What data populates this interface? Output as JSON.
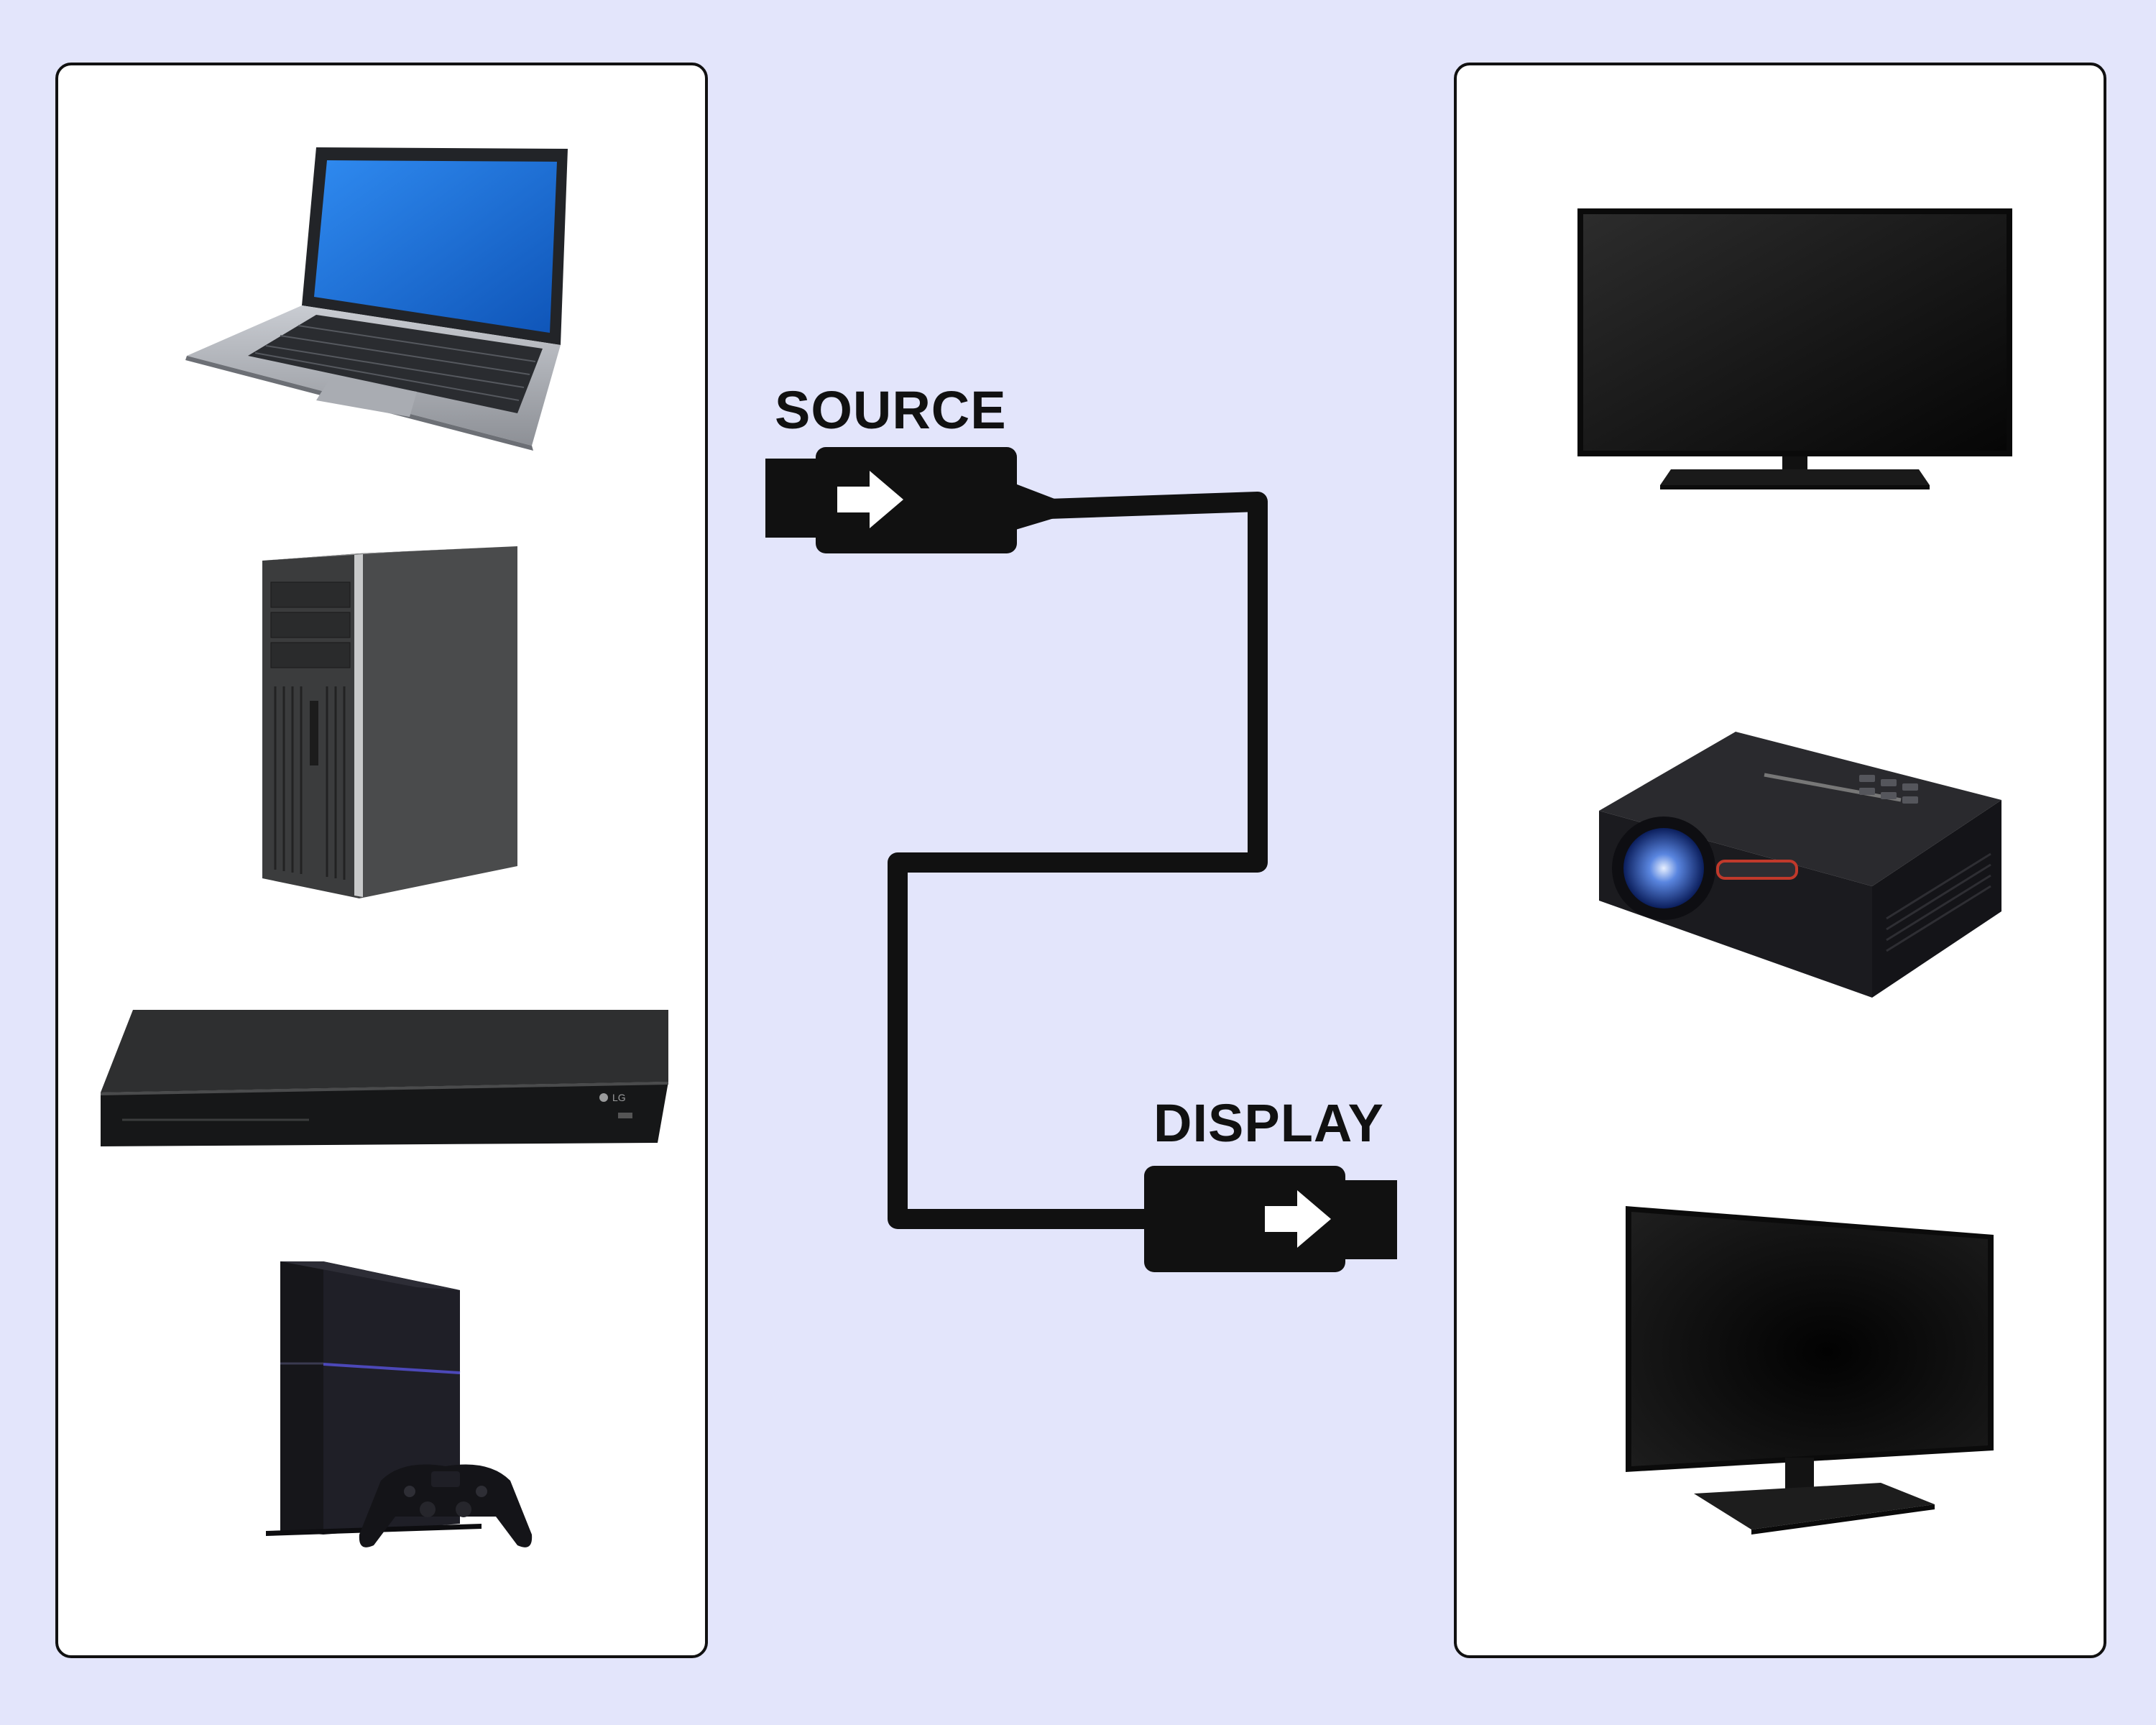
{
  "diagram": {
    "source_label": "SOURCE",
    "display_label": "DISPLAY"
  },
  "source_devices": [
    {
      "icon": "laptop-icon"
    },
    {
      "icon": "desktop-tower-icon"
    },
    {
      "icon": "blu-ray-player-icon",
      "brand": "LG"
    },
    {
      "icon": "game-console-icon"
    }
  ],
  "display_devices": [
    {
      "icon": "tv-icon"
    },
    {
      "icon": "projector-icon"
    },
    {
      "icon": "monitor-icon"
    }
  ],
  "colors": {
    "background": "#e3e5fb",
    "panel": "#ffffff",
    "cable": "#111111",
    "arrow": "#ffffff",
    "laptop_screen": "#1e72d8"
  }
}
